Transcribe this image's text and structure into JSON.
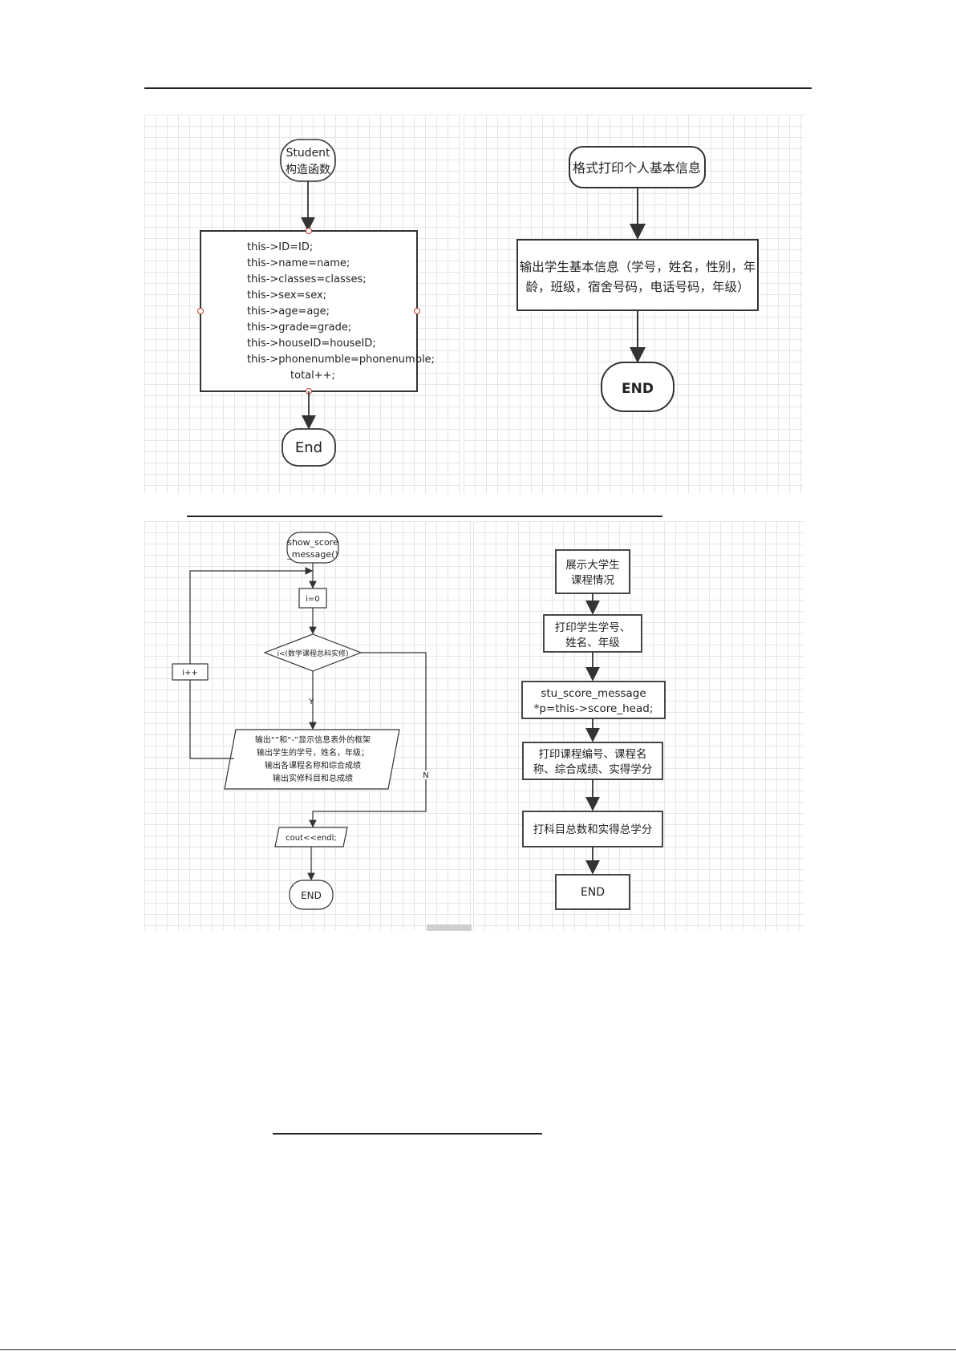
{
  "flowcharts": {
    "constructor": {
      "start": [
        "Student",
        "构造函数"
      ],
      "body": [
        "this->ID=ID;",
        "this->name=name;",
        "this->classes=classes;",
        "this->sex=sex;",
        "this->age=age;",
        "this->grade=grade;",
        "this->houseID=houseID;",
        "this->phonenumble=phonenumble;",
        "total++;"
      ],
      "end": "End"
    },
    "print_info": {
      "start": "格式打印个人基本信息",
      "process": [
        "输出学生基本信息（学号，姓名，性别，年",
        "龄，班级，宿舍号码，电话号码，年级）"
      ],
      "end": "END"
    },
    "show_score": {
      "start": [
        "show_score",
        "_message()"
      ],
      "init": "i=0",
      "condition": "i<(数学课程总科实修)",
      "increment": "i++",
      "yes_label": "Y",
      "no_label": "N",
      "output": [
        "输出“”和“-”显示信息表外的框架",
        "输出学生的学号，姓名，年级；",
        "输出各课程名称和综合成绩",
        "输出实修科目和总成绩"
      ],
      "after": "cout<<endl;",
      "end": "END"
    },
    "course_info": {
      "start": [
        "展示大学生",
        "课程情况"
      ],
      "step1": [
        "打印学生学号、",
        "姓名、年级"
      ],
      "step2": [
        "stu_score_message",
        "*p=this->score_head;"
      ],
      "step3": [
        "打印课程编号、课程名",
        "称、综合成绩、实得学分"
      ],
      "step4": "打科目总数和实得总学分",
      "end": "END"
    }
  },
  "colors": {
    "line": "#333333",
    "grid": "#e6e6e6",
    "connector": "#c0392b"
  }
}
